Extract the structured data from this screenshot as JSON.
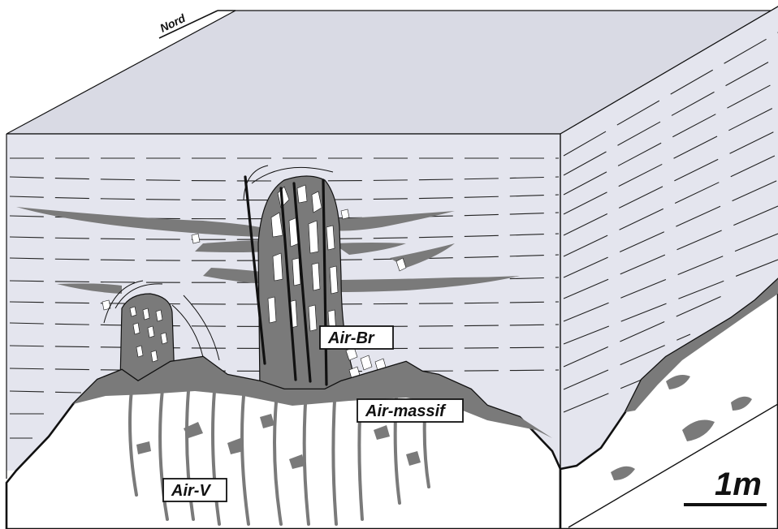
{
  "north": {
    "label": "Nord"
  },
  "scale": {
    "label": "1m"
  },
  "labels": {
    "air_br": "Air-Br",
    "air_massif": "Air-massif",
    "air_v": "Air-V"
  },
  "colors": {
    "block_top": "#d9dae4",
    "block_side": "#e4e5ee",
    "rock_fill": "#7a7a7a",
    "ink": "#111111",
    "dashes": "#222222",
    "base": "#ffffff"
  }
}
